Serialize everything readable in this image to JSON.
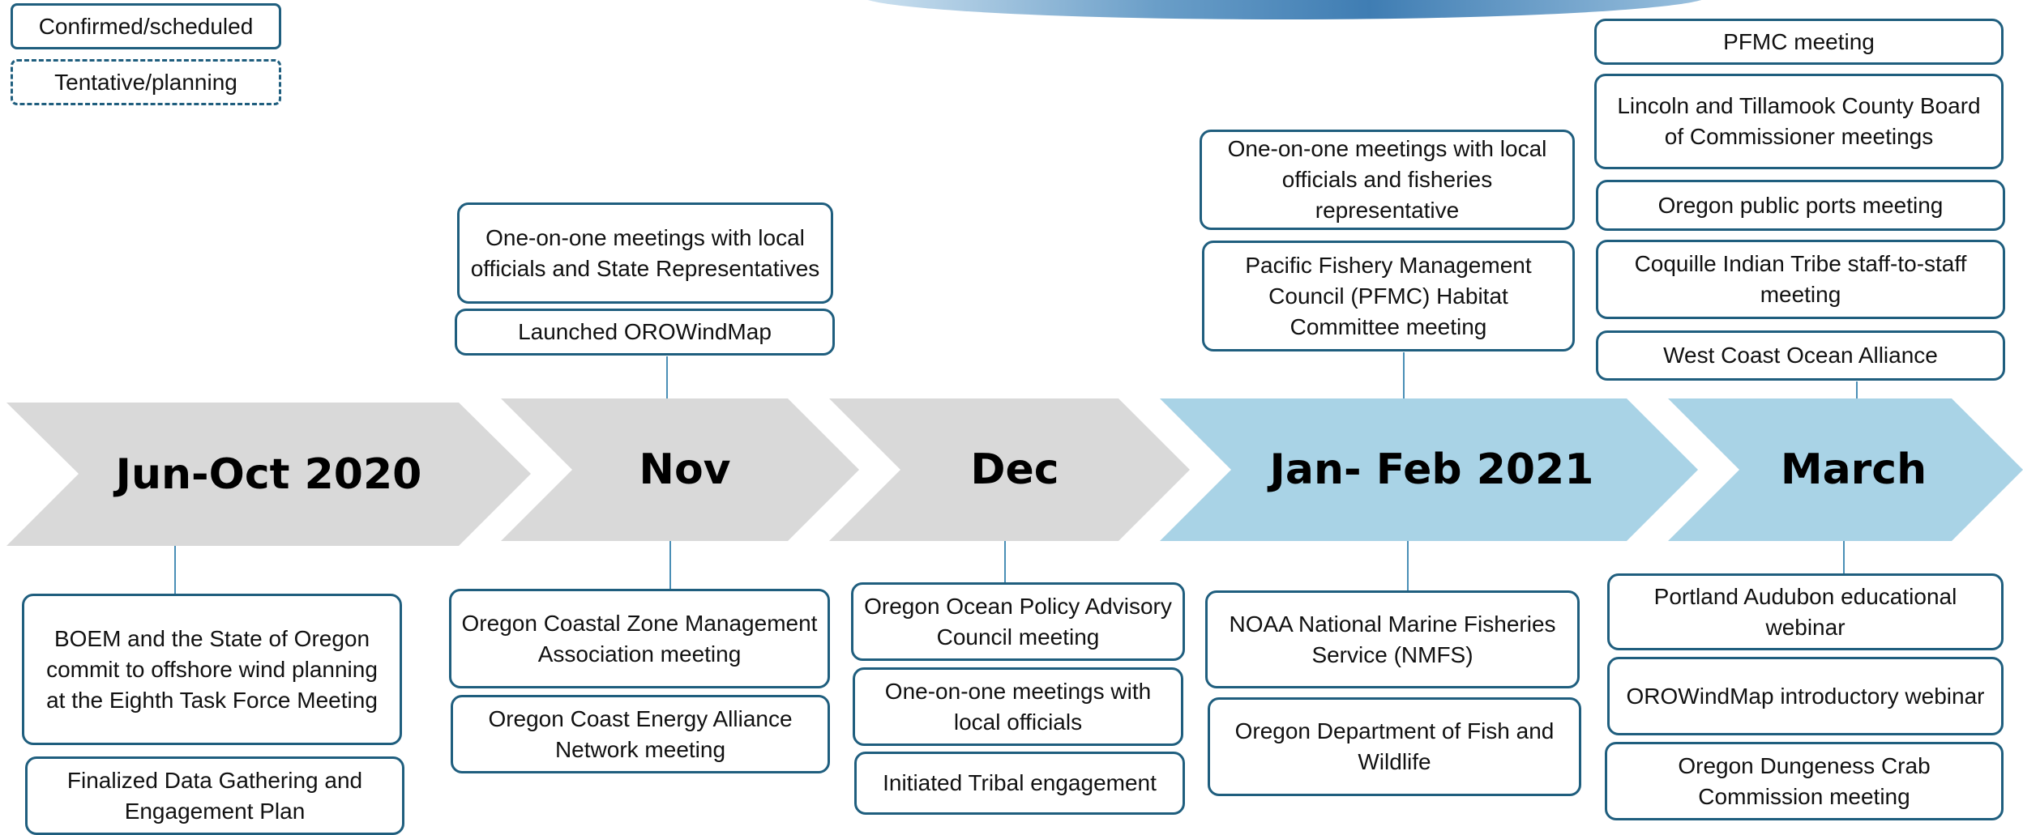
{
  "legend": {
    "confirmed": "Confirmed/scheduled",
    "tentative": "Tentative/planning"
  },
  "colors": {
    "past_arrow": "#d9d9d9",
    "upcoming_arrow": "#a9d3e6",
    "box_border": "#1f5e7e",
    "connector": "#4a8fb6"
  },
  "timeline": [
    {
      "label": "Jun-Oct 2020",
      "above": [],
      "below": [
        "BOEM and the State of Oregon commit to offshore wind planning at the Eighth Task Force Meeting",
        "Finalized Data Gathering and Engagement Plan"
      ]
    },
    {
      "label": "Nov",
      "above": [
        "One-on-one meetings with local officials and State Representatives",
        "Launched OROWindMap"
      ],
      "below": [
        "Oregon Coastal Zone Management Association meeting",
        "Oregon Coast Energy Alliance Network meeting"
      ]
    },
    {
      "label": "Dec",
      "above": [],
      "below": [
        "Oregon Ocean Policy Advisory Council meeting",
        "One-on-one meetings with local officials",
        "Initiated Tribal engagement"
      ]
    },
    {
      "label": "Jan- Feb 2021",
      "above": [
        "One-on-one meetings with local officials and fisheries representative",
        "Pacific Fishery Management Council (PFMC) Habitat Committee meeting"
      ],
      "below": [
        "NOAA National Marine Fisheries Service (NMFS)",
        "Oregon Department of Fish and Wildlife"
      ]
    },
    {
      "label": "March",
      "above": [
        "PFMC meeting",
        "Lincoln and Tillamook County Board of Commissioner meetings",
        "Oregon public ports meeting",
        "Coquille Indian Tribe staff-to-staff meeting",
        "West Coast Ocean Alliance"
      ],
      "below": [
        "Portland Audubon educational webinar",
        "OROWindMap introductory webinar",
        "Oregon Dungeness Crab Commission meeting"
      ]
    }
  ]
}
